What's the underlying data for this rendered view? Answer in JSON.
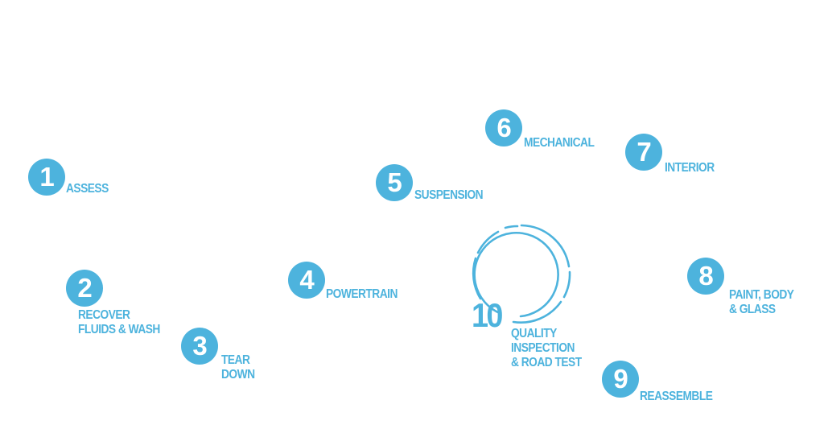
{
  "diagram": {
    "title": "",
    "accent_color": "#4db3dd",
    "steps": [
      {
        "number": "1",
        "lines": [
          "ASSESS"
        ]
      },
      {
        "number": "2",
        "lines": [
          "RECOVER",
          "FLUIDS & WASH"
        ]
      },
      {
        "number": "3",
        "lines": [
          "TEAR",
          "DOWN"
        ]
      },
      {
        "number": "4",
        "lines": [
          "POWERTRAIN"
        ]
      },
      {
        "number": "5",
        "lines": [
          "SUSPENSION"
        ]
      },
      {
        "number": "6",
        "lines": [
          "MECHANICAL"
        ]
      },
      {
        "number": "7",
        "lines": [
          "INTERIOR"
        ]
      },
      {
        "number": "8",
        "lines": [
          "PAINT, BODY",
          "& GLASS"
        ]
      },
      {
        "number": "9",
        "lines": [
          "REASSEMBLE"
        ]
      },
      {
        "number": "10",
        "lines": [
          "QUALITY",
          "INSPECTION",
          "& ROAD TEST"
        ]
      }
    ]
  }
}
